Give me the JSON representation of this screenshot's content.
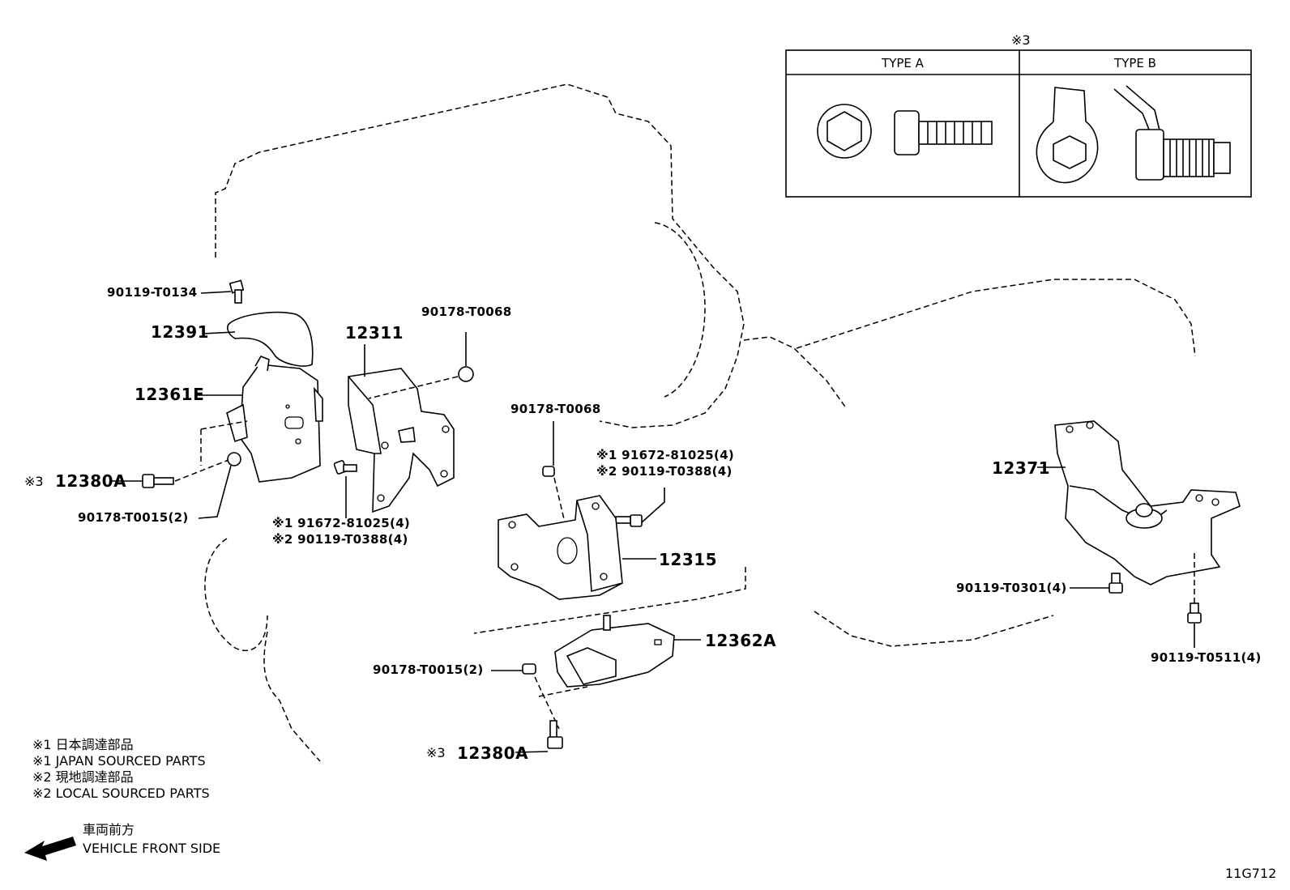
{
  "diagram_id": "11G712",
  "inset": {
    "marker": "※3",
    "type_a": "TYPE A",
    "type_b": "TYPE B"
  },
  "parts": {
    "p90119_T0134": "90119-T0134",
    "p12391": "12391",
    "p12361E": "12361E",
    "p12380A_left": "12380A",
    "p12380A_left_mark": "※3",
    "p90178_T0015_left": "90178-T0015(2)",
    "p12311": "12311",
    "p90178_T0068_top": "90178-T0068",
    "p91672_left": "※1  91672-81025(4)",
    "p90119_T0388_left": "※2  90119-T0388(4)",
    "p90178_T0068_mid": "90178-T0068",
    "p91672_mid": "※1  91672-81025(4)",
    "p90119_T0388_mid": "※2  90119-T0388(4)",
    "p12315": "12315",
    "p12362A": "12362A",
    "p90178_T0015_bottom": "90178-T0015(2)",
    "p12380A_bottom": "12380A",
    "p12380A_bottom_mark": "※3",
    "p12371": "12371",
    "p90119_T0301": "90119-T0301(4)",
    "p90119_T0511": "90119-T0511(4)"
  },
  "legend": [
    "※1  日本調達部品",
    "※1  JAPAN SOURCED PARTS",
    "※2  現地調達部品",
    "※2  LOCAL SOURCED PARTS"
  ],
  "direction": {
    "jp": "車両前方",
    "en": "VEHICLE FRONT SIDE"
  }
}
